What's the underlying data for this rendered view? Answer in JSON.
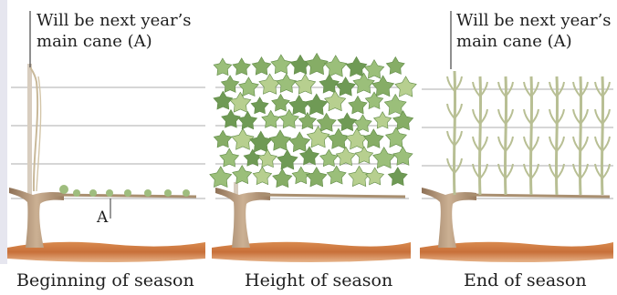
{
  "panels": [
    {
      "caption": "Beginning of season",
      "annotation_line1": "Will be next year’s",
      "annotation_line2": "main cane (A)",
      "marker": "A"
    },
    {
      "caption": "Height of season"
    },
    {
      "caption": "End of season",
      "annotation_line1": "Will be next year’s",
      "annotation_line2": "main cane (A)"
    }
  ],
  "colors": {
    "soil": "#c8703a",
    "soil_dark": "#9a4a22",
    "trunk": "#b89a78",
    "wire": "#b5b5b5",
    "leaf": "#9bbf7a",
    "leaf_dark": "#6f9a55",
    "cane": "#b8bf94"
  }
}
